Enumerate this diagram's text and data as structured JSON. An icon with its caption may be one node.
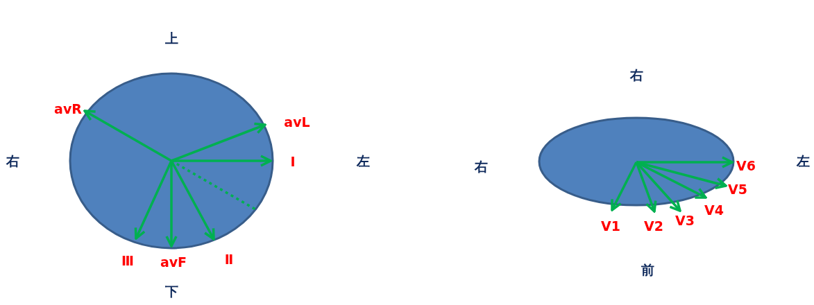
{
  "diagram": {
    "labels": [
      "上",
      "avR",
      "avL",
      "右",
      "Ⅰ",
      "左",
      "Ⅲ",
      "avF",
      "Ⅱ",
      "下",
      "右",
      "右",
      "V6",
      "左",
      "V5",
      "V4",
      "V3",
      "V1",
      "V2",
      "前"
    ]
  }
}
